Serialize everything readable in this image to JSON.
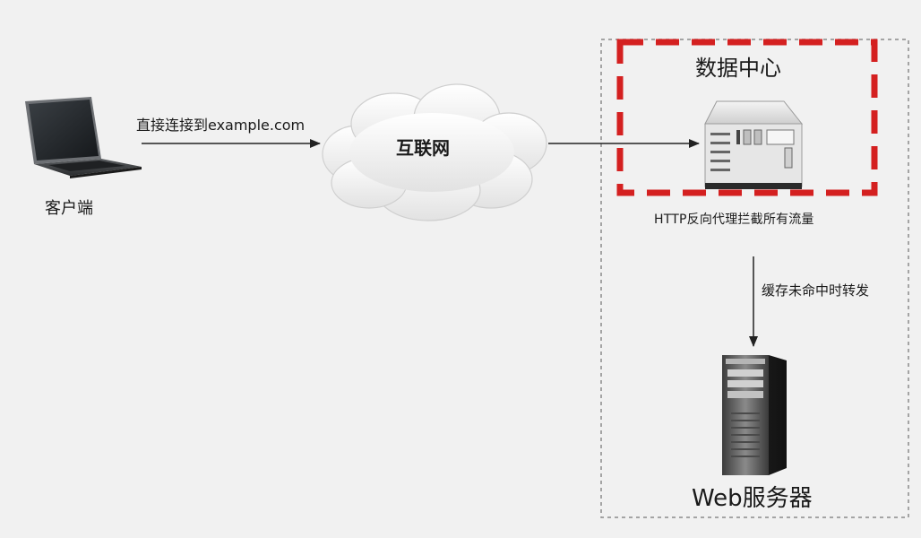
{
  "nodes": {
    "client": {
      "label": "客户端"
    },
    "internet": {
      "label": "互联网"
    },
    "datacenter": {
      "label": "数据中心"
    },
    "proxy": {
      "label": "HTTP反向代理拦截所有流量"
    },
    "web_server": {
      "label": "Web服务器"
    }
  },
  "edges": {
    "client_to_internet": {
      "label": "直接连接到example.com"
    },
    "internet_to_proxy": {
      "label": ""
    },
    "proxy_to_web": {
      "label": "缓存未命中时转发"
    }
  },
  "colors": {
    "background": "#f1f1f1",
    "datacenter_border": "#d42020",
    "outer_border": "#888888",
    "arrow": "#222222"
  },
  "icons": {
    "client": "laptop-icon",
    "internet": "cloud-icon",
    "proxy": "proxy-server-icon",
    "web_server": "tower-server-icon"
  }
}
